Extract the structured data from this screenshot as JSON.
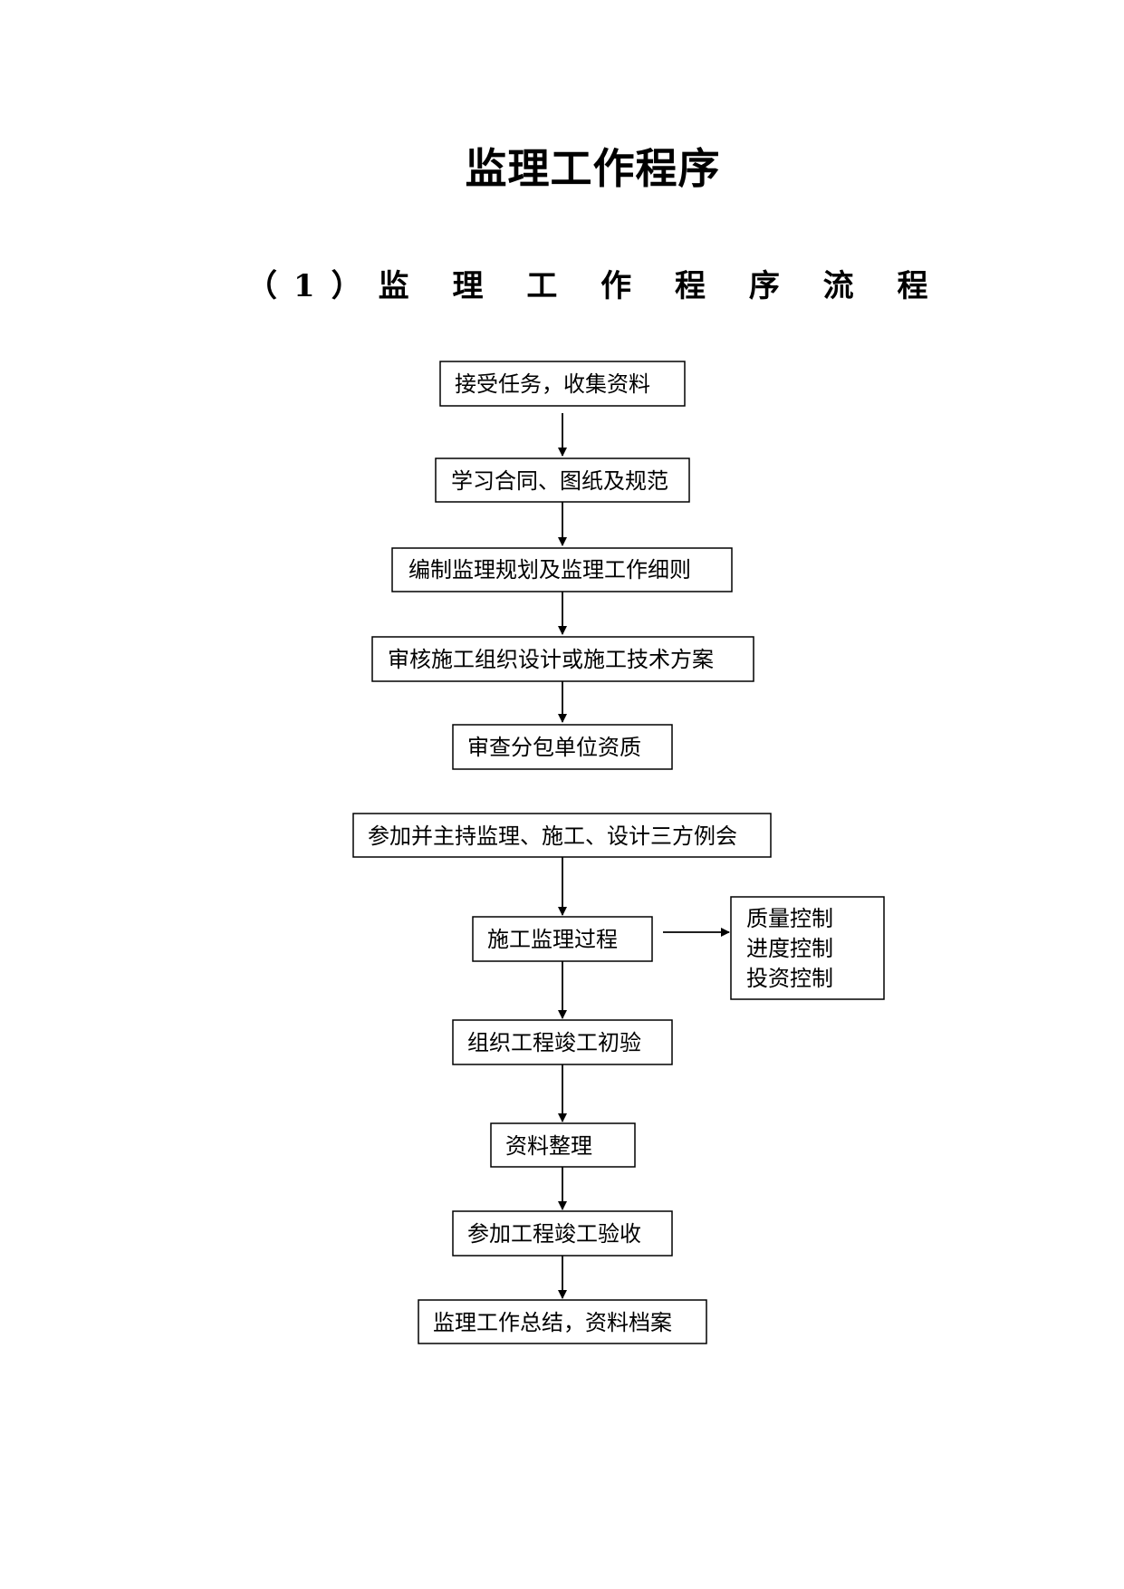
{
  "document": {
    "title": "监理工作程序",
    "subtitle": "（1）监 理 工 作 程 序 流 程"
  },
  "flowchart": {
    "steps": [
      "接受任务，收集资料",
      "学习合同、图纸及规范",
      "编制监理规划及监理工作细则",
      "审核施工组织设计或施工技术方案",
      "审查分包单位资质",
      "参加并主持监理、施工、设计三方例会",
      "施工监理过程",
      "组织工程竣工初验",
      "资料整理",
      "参加工程竣工验收",
      "监理工作总结，资料档案"
    ],
    "side_box": {
      "lines": [
        "质量控制",
        "进度控制",
        "投资控制"
      ]
    }
  }
}
